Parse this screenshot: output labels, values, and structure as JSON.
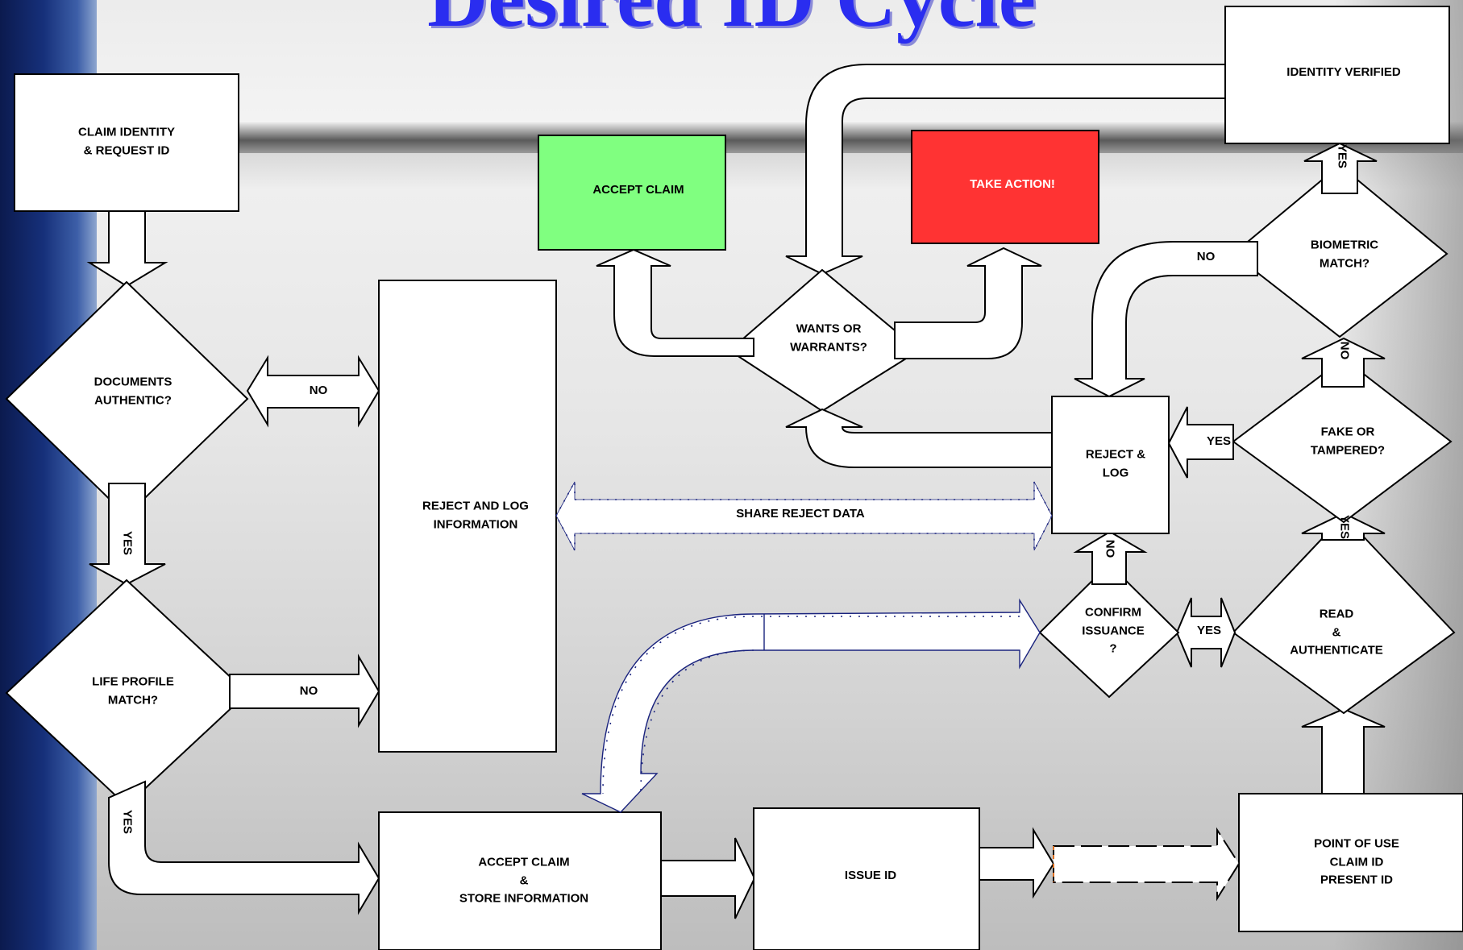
{
  "title": "Desired ID Cycle",
  "colors": {
    "title": "#2a2df0",
    "accept_claim": "#80ff80",
    "take_action": "#ff3333",
    "shared_arrow_outline": "#1a237e",
    "dashed_accent": "#e07020"
  },
  "nodes": {
    "claim_identity": "CLAIM IDENTITY\n& REQUEST ID",
    "documents_authentic": "DOCUMENTS\nAUTHENTIC?",
    "life_profile_match": "LIFE PROFILE\nMATCH?",
    "reject_and_log_information": "REJECT AND LOG\nINFORMATION",
    "accept_claim_store": "ACCEPT CLAIM\n&\nSTORE INFORMATION",
    "issue_id": "ISSUE ID",
    "point_of_use": "POINT OF USE\nCLAIM ID\nPRESENT ID",
    "read_authenticate": "READ\n&\nAUTHENTICATE",
    "confirm_issuance": "CONFIRM\nISSUANCE\n?",
    "reject_log": "REJECT &\nLOG",
    "fake_or_tampered": "FAKE  OR TAMPERED?",
    "biometric_match": "BIOMETRIC\nMATCH?",
    "identity_verified": "IDENTITY VERIFIED",
    "wants_or_warrants": "WANTS OR\nWARRANTS?",
    "accept_claim": "ACCEPT CLAIM",
    "take_action": "TAKE ACTION!"
  },
  "edges": {
    "docs_no": "NO",
    "docs_yes": "YES",
    "life_no": "NO",
    "life_yes": "YES",
    "share_reject_data": "SHARE REJECT DATA",
    "confirm_yes": "YES",
    "confirm_no": "NO",
    "fake_yes": "YES",
    "read_yes": "YES",
    "fake_no": "NO",
    "biometric_no": "NO",
    "biometric_yes": "YES"
  }
}
